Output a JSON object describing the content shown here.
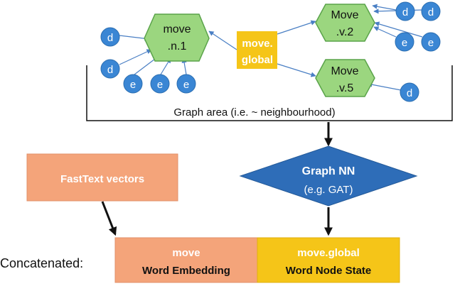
{
  "graph": {
    "global_node": {
      "line1": "move.",
      "line2": "global"
    },
    "sense_n1": {
      "line1": "move",
      "line2": ".n.1"
    },
    "sense_v2": {
      "line1": "Move",
      "line2": ".v.2"
    },
    "sense_v5": {
      "line1": "Move",
      "line2": ".v.5"
    },
    "d_label": "d",
    "e_label": "e",
    "area_caption": "Graph area (i.e. ~ neighbourhood)"
  },
  "fasttext": {
    "label": "FastText vectors"
  },
  "gnn": {
    "title": "Graph NN",
    "subtitle": "(e.g. GAT)"
  },
  "concat": {
    "label": "Concatenated:",
    "left": {
      "line1": "move",
      "line2": "Word Embedding"
    },
    "right": {
      "line1": "move.global",
      "line2": "Word Node State"
    }
  },
  "colors": {
    "hexagon_fill": "#9bd67f",
    "hexagon_stroke": "#5aa34a",
    "circle_fill": "#3a86d4",
    "circle_stroke": "#2a6db0",
    "global_fill": "#f5c518",
    "fasttext_fill": "#f4a47a",
    "gnn_fill": "#2e6db8",
    "concat_left_fill": "#f4a47a",
    "concat_right_fill": "#f5c518",
    "arrow_blue": "#4a7fc4",
    "arrow_black": "#111111"
  }
}
